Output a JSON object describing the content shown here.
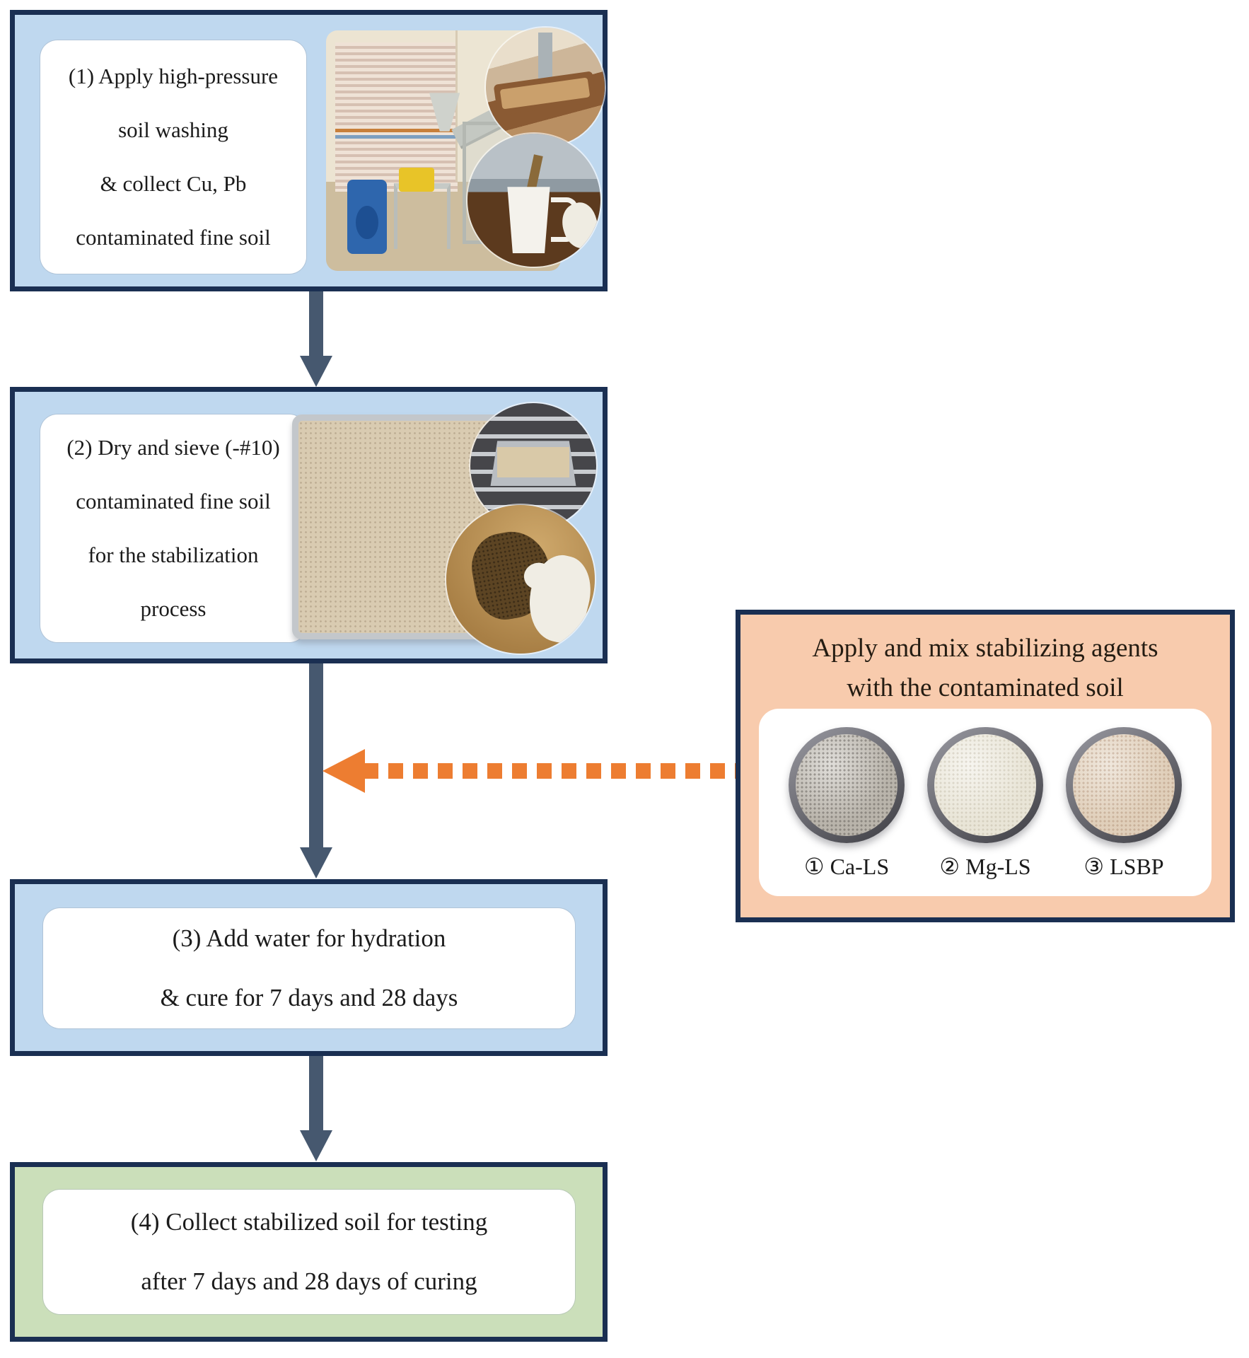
{
  "figure": {
    "type": "process-flow-diagram",
    "title": "Soil washing and stabilization experimental procedure"
  },
  "flow": {
    "step1": {
      "lines": [
        "(1) Apply high-pressure",
        "soil washing",
        "& collect Cu, Pb",
        "contaminated fine soil"
      ],
      "photos": [
        "soil-washing-equipment",
        "sluice-trough-closeup",
        "collecting-washed-soil-in-cup"
      ]
    },
    "step2": {
      "lines": [
        "(2) Dry and sieve (-#10)",
        "contaminated fine soil",
        "for the stabilization",
        "process"
      ],
      "photos": [
        "dried-soil-tray",
        "oven-drying-sieve-tray",
        "hand-holding-soil-sample"
      ]
    },
    "step3": {
      "lines": [
        "(3) Add water for hydration",
        "& cure for 7 days and 28 days"
      ]
    },
    "step4": {
      "lines": [
        "(4) Collect stabilized soil for testing",
        "after 7 days and 28 days of curing"
      ]
    }
  },
  "side_panel": {
    "title_lines": [
      "Apply and mix stabilizing agents",
      "with the contaminated soil"
    ],
    "agents": [
      {
        "label": "① Ca-LS"
      },
      {
        "label": "② Mg-LS"
      },
      {
        "label": "③ LSBP"
      }
    ]
  },
  "colors": {
    "border_navy": "#1a2f52",
    "box_blue": "#bfd8ef",
    "box_green": "#cbdfba",
    "panel_orange": "#f8cbad",
    "arrow_slate": "#46586f",
    "arrow_orange": "#ed7d31"
  }
}
